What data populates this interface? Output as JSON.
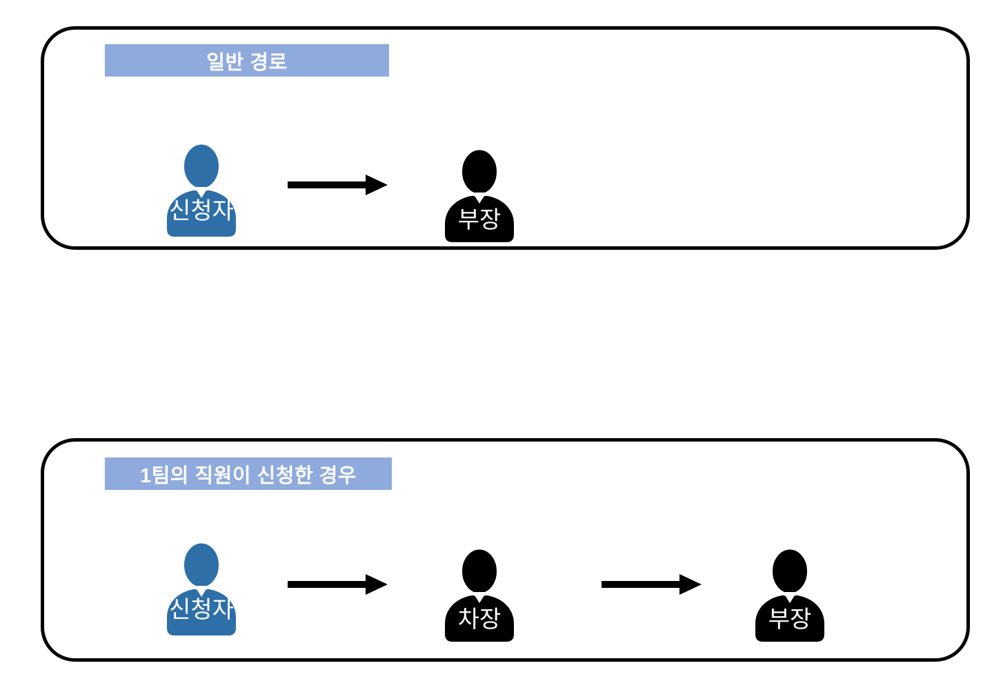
{
  "colors": {
    "accent_blue": "#2E6FA8",
    "icon_black": "#000000",
    "header_fill": "#8FAADC",
    "label_text": "#FFFFFF",
    "border_black": "#000000"
  },
  "sections": [
    {
      "title": "일반 경로",
      "nodes": [
        {
          "label": "신청자",
          "color": "blue"
        },
        {
          "label": "부장",
          "color": "black"
        }
      ]
    },
    {
      "title": "1팀의 직원이 신청한 경우",
      "nodes": [
        {
          "label": "신청자",
          "color": "blue"
        },
        {
          "label": "차장",
          "color": "black"
        },
        {
          "label": "부장",
          "color": "black"
        }
      ]
    }
  ]
}
